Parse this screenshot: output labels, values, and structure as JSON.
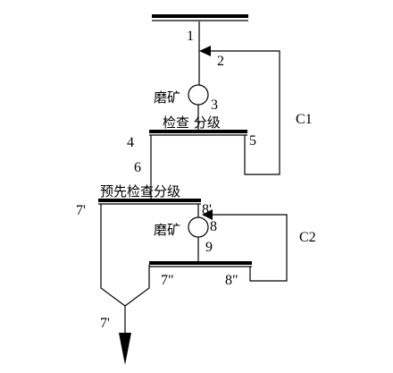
{
  "stages": {
    "primary_mill": "磨矿",
    "check_classification": "检查 分级",
    "pre_check_classification": "预先检查分级",
    "secondary_mill": "磨矿"
  },
  "streams": {
    "s1": "1",
    "s2": "2",
    "s3": "3",
    "s4": "4",
    "s5": "5",
    "s6": "6",
    "s7_left": "7'",
    "s8_prime": "8'",
    "s8": "8",
    "s9": "9",
    "s7_double": "7\"",
    "s8_double": "8\"",
    "s7_out": "7'"
  },
  "loops": {
    "c1": "C1",
    "c2": "C2"
  }
}
